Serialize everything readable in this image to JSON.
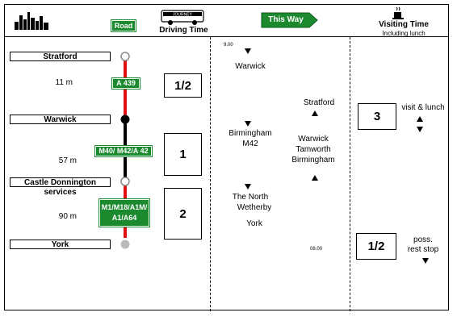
{
  "header": {
    "road_chip": "Road",
    "driving_time": "Driving Time",
    "bus_sign": "JOURNEY",
    "this_way": "This Way",
    "visiting_time": "Visiting Time",
    "visiting_sub": "Including lunch"
  },
  "colors": {
    "road_green": "#1b8a2e",
    "route_red": "#e01010",
    "route_black": "#000000"
  },
  "stops": [
    {
      "name": "Stratford"
    },
    {
      "name": "Warwick"
    },
    {
      "name": "Castle Donnington",
      "sub": "services"
    },
    {
      "name": "York"
    }
  ],
  "legs": [
    {
      "distance": "11 m",
      "road": "A 439",
      "hours": "1/2"
    },
    {
      "distance": "57 m",
      "road": "M40/ M42/A 42",
      "hours": "1"
    },
    {
      "distance": "90 m",
      "road": "M1/M18/A1M/ A1/A64",
      "hours": "2"
    }
  ],
  "outbound": {
    "start_time": "9.00",
    "stops": [
      "Warwick",
      "Birmingham",
      "M42",
      "The North",
      "Wetherby",
      "York"
    ]
  },
  "return": {
    "end_time": "08.00",
    "stops": [
      "Stratford",
      "Warwick",
      "Tamworth",
      "Birmingham"
    ]
  },
  "visits": [
    {
      "hours": "3",
      "note": "visit & lunch"
    },
    {
      "hours": "1/2",
      "note_line1": "poss.",
      "note_line2": "rest stop"
    }
  ]
}
